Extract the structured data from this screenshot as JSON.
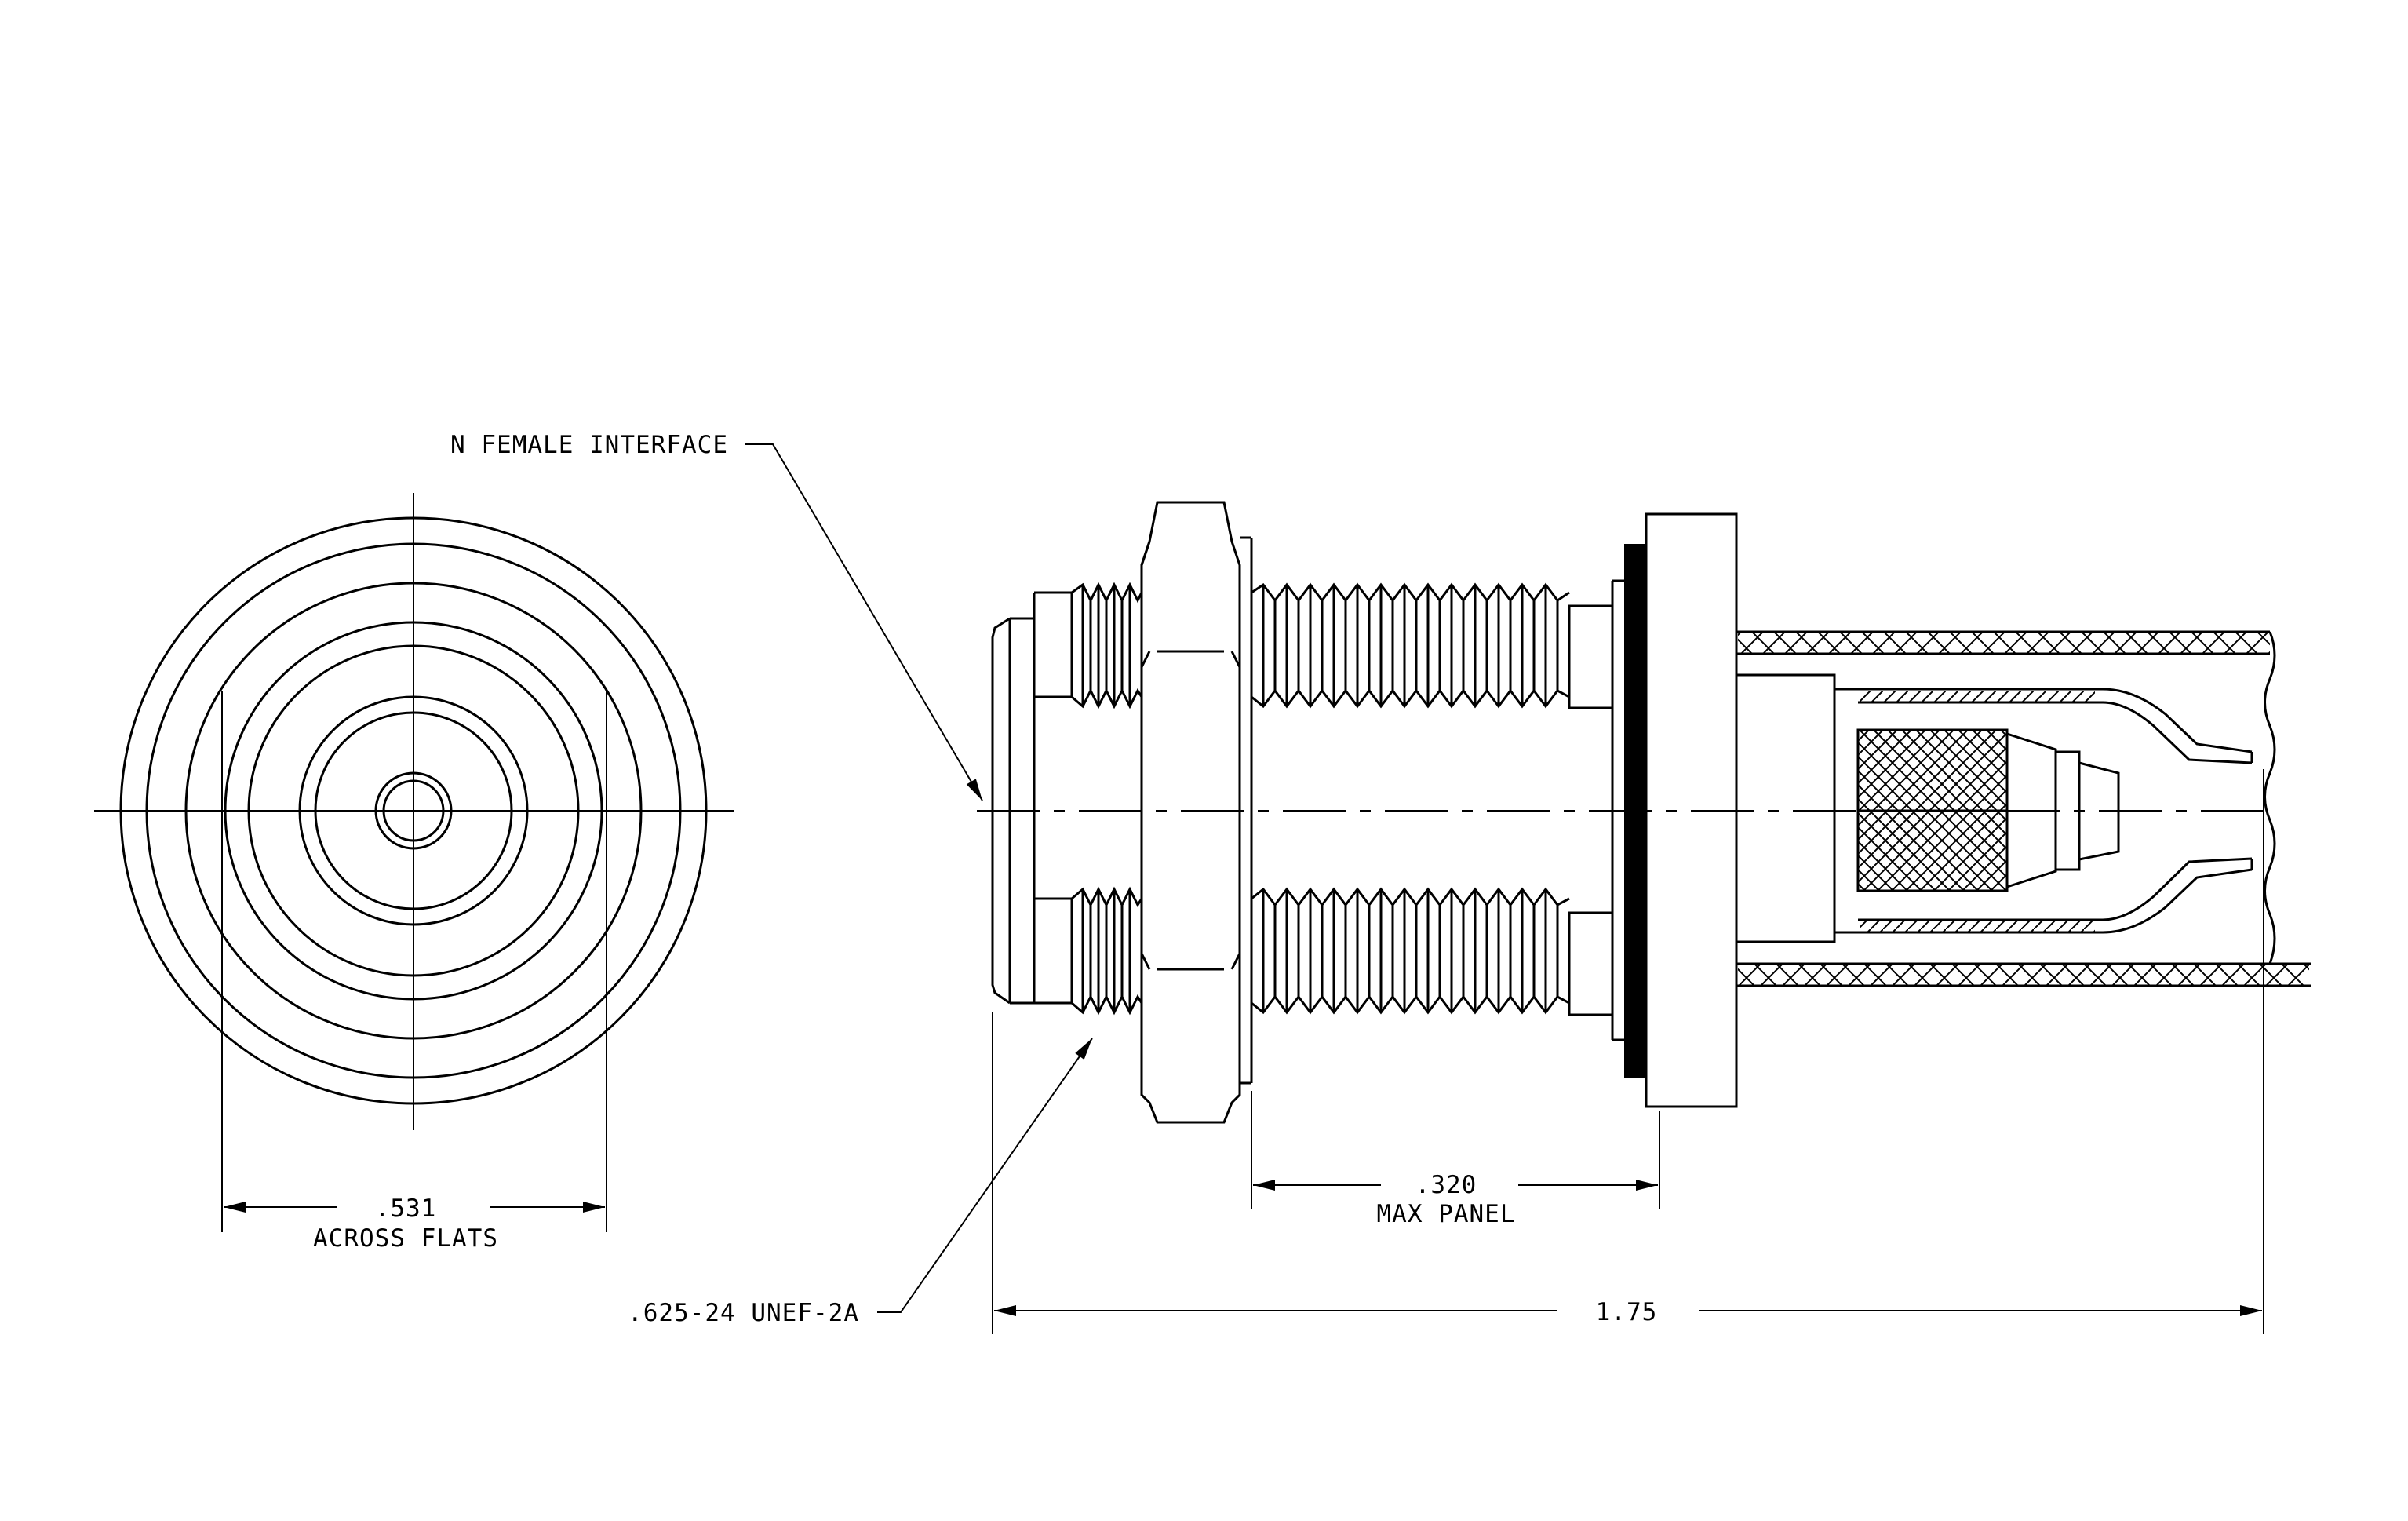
{
  "callouts": {
    "interface": "N FEMALE INTERFACE",
    "thread": ".625-24 UNEF-2A"
  },
  "dimensions": {
    "flats_value": ".531",
    "flats_caption": "ACROSS FLATS",
    "panel_value": ".320",
    "panel_caption": "MAX PANEL",
    "length_value": "1.75"
  },
  "colors": {
    "line": "#000000",
    "background": "#ffffff"
  }
}
